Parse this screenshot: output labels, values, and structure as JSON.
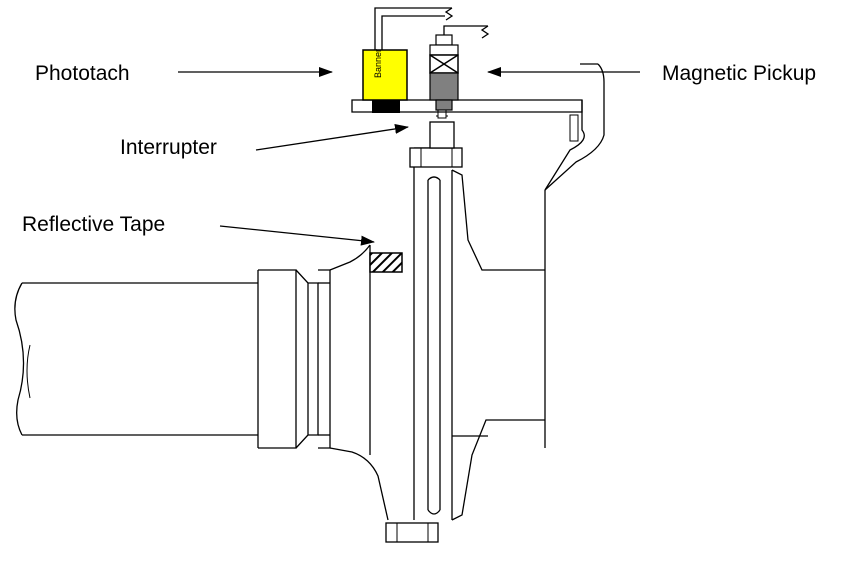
{
  "labels": {
    "phototach": "Phototach",
    "magnetic_pickup": "Magnetic Pickup",
    "interrupter": "Interrupter",
    "reflective_tape": "Reflective Tape",
    "banner": "Banner"
  },
  "colors": {
    "banner_sensor": "#ffff00",
    "pickup_body": "#808080",
    "ink": "#000000"
  }
}
